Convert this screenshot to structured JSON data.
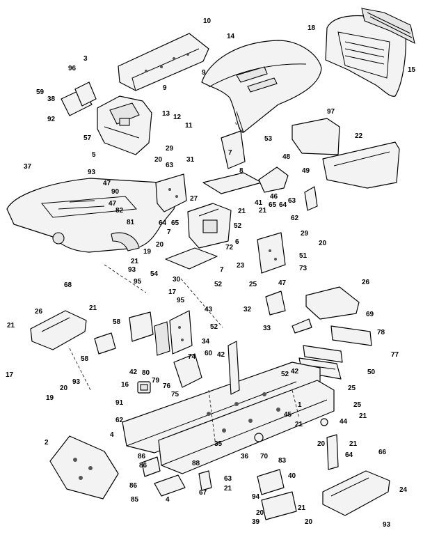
{
  "diagram": {
    "callouts": [
      {
        "id": "c10",
        "text": "10"
      },
      {
        "id": "c14",
        "text": "14"
      },
      {
        "id": "c18",
        "text": "18"
      },
      {
        "id": "c15",
        "text": "15"
      },
      {
        "id": "c3",
        "text": "3"
      },
      {
        "id": "c9a",
        "text": "9"
      },
      {
        "id": "c9b",
        "text": "9"
      },
      {
        "id": "c96",
        "text": "96"
      },
      {
        "id": "c59",
        "text": "59"
      },
      {
        "id": "c38",
        "text": "38"
      },
      {
        "id": "c92",
        "text": "92"
      },
      {
        "id": "c57",
        "text": "57"
      },
      {
        "id": "c5",
        "text": "5"
      },
      {
        "id": "c13",
        "text": "13"
      },
      {
        "id": "c12",
        "text": "12"
      },
      {
        "id": "c11",
        "text": "11"
      },
      {
        "id": "c97",
        "text": "97"
      },
      {
        "id": "c22",
        "text": "22"
      },
      {
        "id": "c53",
        "text": "53"
      },
      {
        "id": "c37",
        "text": "37"
      },
      {
        "id": "c93a",
        "text": "93"
      },
      {
        "id": "c29a",
        "text": "29"
      },
      {
        "id": "c20a",
        "text": "20"
      },
      {
        "id": "c63a",
        "text": "63"
      },
      {
        "id": "c31",
        "text": "31"
      },
      {
        "id": "c7a",
        "text": "7"
      },
      {
        "id": "c8",
        "text": "8"
      },
      {
        "id": "c48",
        "text": "48"
      },
      {
        "id": "c49",
        "text": "49"
      },
      {
        "id": "c47a",
        "text": "47"
      },
      {
        "id": "c90",
        "text": "90"
      },
      {
        "id": "c27",
        "text": "27"
      },
      {
        "id": "c46",
        "text": "46"
      },
      {
        "id": "c63b",
        "text": "63"
      },
      {
        "id": "c47b",
        "text": "47"
      },
      {
        "id": "c82",
        "text": "82"
      },
      {
        "id": "c21a",
        "text": "21"
      },
      {
        "id": "c41",
        "text": "41"
      },
      {
        "id": "c65a",
        "text": "65"
      },
      {
        "id": "c64a",
        "text": "64"
      },
      {
        "id": "c81",
        "text": "81"
      },
      {
        "id": "c64b",
        "text": "64"
      },
      {
        "id": "c65b",
        "text": "65"
      },
      {
        "id": "c52a",
        "text": "52"
      },
      {
        "id": "c21b",
        "text": "21"
      },
      {
        "id": "c62a",
        "text": "62"
      },
      {
        "id": "c29b",
        "text": "29"
      },
      {
        "id": "c20b",
        "text": "20"
      },
      {
        "id": "c7b",
        "text": "7"
      },
      {
        "id": "c19a",
        "text": "19"
      },
      {
        "id": "c20c",
        "text": "20"
      },
      {
        "id": "c72",
        "text": "72"
      },
      {
        "id": "c6",
        "text": "6"
      },
      {
        "id": "c51",
        "text": "51"
      },
      {
        "id": "c21c",
        "text": "21"
      },
      {
        "id": "c93b",
        "text": "93"
      },
      {
        "id": "c23",
        "text": "23"
      },
      {
        "id": "c73",
        "text": "73"
      },
      {
        "id": "c54",
        "text": "54"
      },
      {
        "id": "c7c",
        "text": "7"
      },
      {
        "id": "c30",
        "text": "30"
      },
      {
        "id": "c52b",
        "text": "52"
      },
      {
        "id": "c47c",
        "text": "47"
      },
      {
        "id": "c95a",
        "text": "95"
      },
      {
        "id": "c25a",
        "text": "25"
      },
      {
        "id": "c26a",
        "text": "26"
      },
      {
        "id": "c68",
        "text": "68"
      },
      {
        "id": "c17a",
        "text": "17"
      },
      {
        "id": "c95b",
        "text": "95"
      },
      {
        "id": "c21d",
        "text": "21"
      },
      {
        "id": "c26b",
        "text": "26"
      },
      {
        "id": "c43",
        "text": "43"
      },
      {
        "id": "c32",
        "text": "32"
      },
      {
        "id": "c69",
        "text": "69"
      },
      {
        "id": "c21e",
        "text": "21"
      },
      {
        "id": "c58a",
        "text": "58"
      },
      {
        "id": "c52c",
        "text": "52"
      },
      {
        "id": "c33",
        "text": "33"
      },
      {
        "id": "c78",
        "text": "78"
      },
      {
        "id": "c34",
        "text": "34"
      },
      {
        "id": "c58b",
        "text": "58"
      },
      {
        "id": "c42a",
        "text": "42"
      },
      {
        "id": "c60",
        "text": "60"
      },
      {
        "id": "c42b",
        "text": "42"
      },
      {
        "id": "c74",
        "text": "74"
      },
      {
        "id": "c77",
        "text": "77"
      },
      {
        "id": "c17b",
        "text": "17"
      },
      {
        "id": "c80",
        "text": "80"
      },
      {
        "id": "c79",
        "text": "79"
      },
      {
        "id": "c76",
        "text": "76"
      },
      {
        "id": "c50",
        "text": "50"
      },
      {
        "id": "c93c",
        "text": "93"
      },
      {
        "id": "c20d",
        "text": "20"
      },
      {
        "id": "c52d",
        "text": "52"
      },
      {
        "id": "c42c",
        "text": "42"
      },
      {
        "id": "c16",
        "text": "16"
      },
      {
        "id": "c75",
        "text": "75"
      },
      {
        "id": "c25b",
        "text": "25"
      },
      {
        "id": "c19b",
        "text": "19"
      },
      {
        "id": "c91",
        "text": "91"
      },
      {
        "id": "c1",
        "text": "1"
      },
      {
        "id": "c25c",
        "text": "25"
      },
      {
        "id": "c21f",
        "text": "21"
      },
      {
        "id": "c62b",
        "text": "62"
      },
      {
        "id": "c45",
        "text": "45"
      },
      {
        "id": "c44",
        "text": "44"
      },
      {
        "id": "c21g",
        "text": "21"
      },
      {
        "id": "c2",
        "text": "2"
      },
      {
        "id": "c4a",
        "text": "4"
      },
      {
        "id": "c35",
        "text": "35"
      },
      {
        "id": "c20e",
        "text": "20"
      },
      {
        "id": "c21h",
        "text": "21"
      },
      {
        "id": "c66",
        "text": "66"
      },
      {
        "id": "c86a",
        "text": "86"
      },
      {
        "id": "c86b",
        "text": "86"
      },
      {
        "id": "c36",
        "text": "36"
      },
      {
        "id": "c70",
        "text": "70"
      },
      {
        "id": "c83",
        "text": "83"
      },
      {
        "id": "c64c",
        "text": "64"
      },
      {
        "id": "c88",
        "text": "88"
      },
      {
        "id": "c63c",
        "text": "63"
      },
      {
        "id": "c40",
        "text": "40"
      },
      {
        "id": "c24",
        "text": "24"
      },
      {
        "id": "c86c",
        "text": "86"
      },
      {
        "id": "c85",
        "text": "85"
      },
      {
        "id": "c4b",
        "text": "4"
      },
      {
        "id": "c67",
        "text": "67"
      },
      {
        "id": "c21i",
        "text": "21"
      },
      {
        "id": "c94",
        "text": "94"
      },
      {
        "id": "c20f",
        "text": "20"
      },
      {
        "id": "c21j",
        "text": "21"
      },
      {
        "id": "c39",
        "text": "39"
      },
      {
        "id": "c20g",
        "text": "20"
      },
      {
        "id": "c93d",
        "text": "93"
      }
    ]
  }
}
